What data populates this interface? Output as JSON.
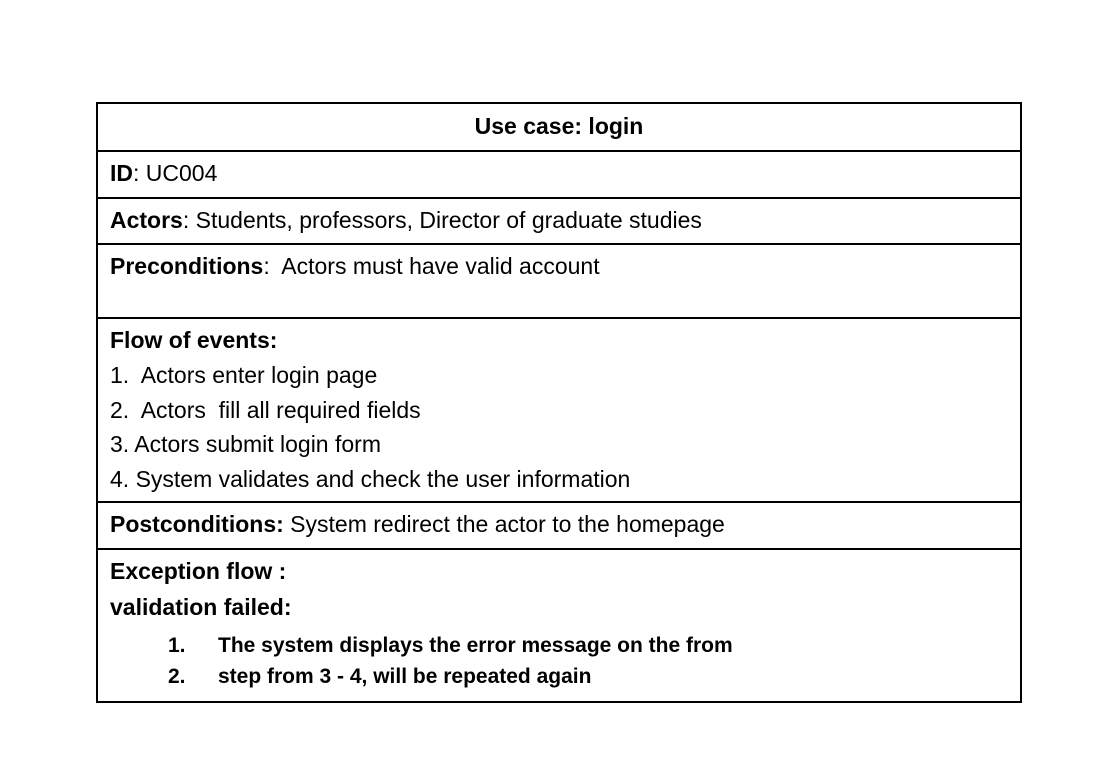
{
  "document": {
    "type": "use-case-specification-table",
    "title": "Use case: login"
  },
  "table": {
    "title_row": {
      "text": "Use case: login"
    },
    "id_row": {
      "label": "ID",
      "separator": ": ",
      "value": "UC004"
    },
    "actors_row": {
      "label": "Actors",
      "separator": ": ",
      "value": "Students, professors, Director of graduate studies"
    },
    "preconditions_row": {
      "label": "Preconditions",
      "separator": ":  ",
      "value": "Actors must have valid account"
    },
    "flow_row": {
      "heading": "Flow of events:",
      "steps": [
        "1.  Actors enter login page",
        "2.  Actors  fill all required fields",
        "3. Actors submit login form",
        "4. System validates and check the user information"
      ]
    },
    "postconditions_row": {
      "label": "Postconditions:",
      "separator": " ",
      "value": "System redirect the actor to the homepage"
    },
    "exception_row": {
      "heading_1": "Exception flow :",
      "heading_2": "validation failed:",
      "items": [
        {
          "number": "1.",
          "text": "The system displays the error message on the from"
        },
        {
          "number": "2.",
          "text": "step from 3 - 4, will be repeated again"
        }
      ]
    }
  },
  "colors": {
    "page_background": "#ffffff",
    "border": "#000000",
    "text": "#000000"
  }
}
